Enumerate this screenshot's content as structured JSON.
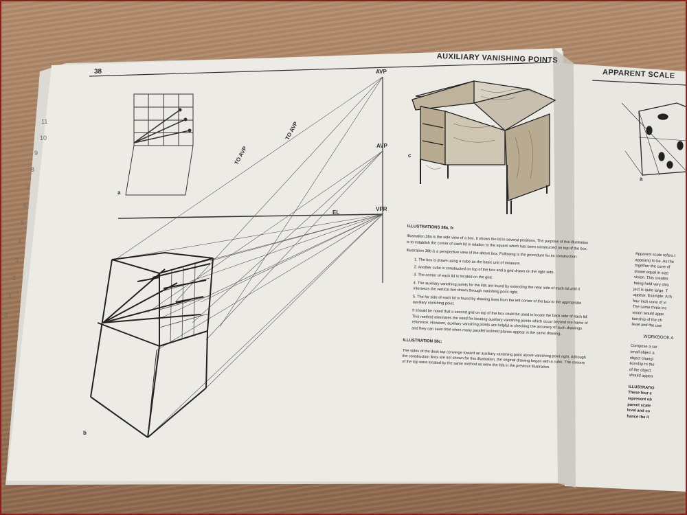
{
  "book": {
    "right_page_header": "AUXILIARY VANISHING POINTS",
    "next_page_header": "APPARENT SCALE",
    "page_number": "38"
  },
  "diagram_labels": {
    "fig_a": "a",
    "fig_b": "b",
    "fig_c": "c",
    "next_fig_a": "a",
    "avp_top": "AVP",
    "avp_mid": "AVP",
    "vpr": "VPR",
    "el": "EL",
    "to_avp_1": "TO AVP",
    "to_avp_2": "TO AVP"
  },
  "ruler_numbers": [
    "11",
    "10",
    "9",
    "8",
    "7",
    "6",
    "5",
    "4",
    "3",
    "2",
    "1",
    "0"
  ],
  "text_block": {
    "heading_1": "ILLUSTRATIONS 38a, b:",
    "para_1": "Illustration 38a is the side view of a box. It shows the lid in several positions. The purpose of this illustration is to establish the corner of each lid in relation to the square which has been constructed on top of the box.",
    "para_2": "Illustration 38b is a perspective view of the above box. Following is the procedure for its construction:",
    "steps": [
      "1. The box is drawn using a cube as the basic unit of measure.",
      "2. Another cube is constructed on top of the box and a grid drawn on the right side.",
      "3. The corner of each lid is located on the grid.",
      "4. The auxiliary vanishing points for the lids are found by extending the near side of each lid until it intersects the vertical line drawn through vanishing point right.",
      "5. The far side of each lid is found by drawing lines from the left corner of the box to the appropriate auxiliary vanishing point."
    ],
    "para_3": "It should be noted that a second grid on top of the box could be used to locate the back side of each lid. This method eliminates the need for locating auxiliary vanishing points which occur beyond the frame of reference. However, auxiliary vanishing points are helpful in checking the accuracy of such drawings and they can save time when many parallel inclined planes appear in the same drawing.",
    "heading_2": "ILLUSTRATION 38c:",
    "para_4": "The sides of the desk top converge toward an auxiliary vanishing point above vanishing point right. Although the construction lines are not shown for this illustration, the original drawing began with a cube. The corners of the top were located by the same method as were the lids in the previous illustration."
  },
  "next_page_text": {
    "lines": [
      "Apparent scale refers t",
      "appears) to be. As the",
      "together the cone of",
      "drawn equal in size",
      "vision. This creates",
      "being held very clos",
      "ject is quite large. T",
      "appear. Example: A th",
      "four inch cone of vi",
      "The same three inc",
      "vision would appe",
      "tionship of the ch",
      "level and the use"
    ],
    "workbook": "WORKBOOK A",
    "lines_2": [
      "Compose a ser",
      "small object a",
      "object changi",
      "tionship to the",
      "of the object",
      "should appea"
    ],
    "illus_heading": "ILLUSTRATIO",
    "bold_lines": [
      "These four e",
      "represent ob",
      "parent scale",
      "level and co",
      "hance the il"
    ]
  }
}
